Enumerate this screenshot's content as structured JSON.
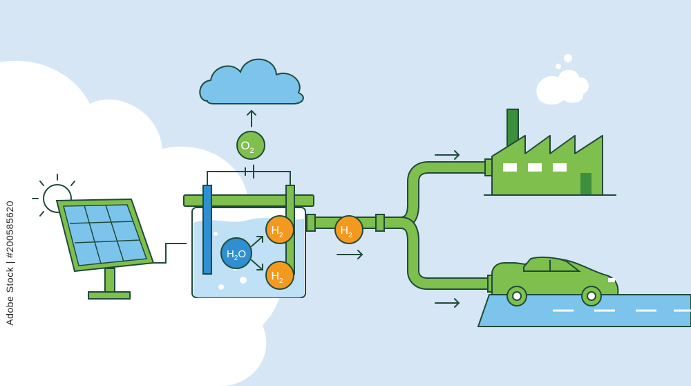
{
  "diagram": {
    "molecules": {
      "oxygen": {
        "symbol": "O",
        "sub": "2"
      },
      "water": {
        "symbol": "H",
        "sub": "2",
        "tail": "O"
      },
      "hydrogen": {
        "symbol": "H",
        "sub": "2"
      }
    },
    "colors": {
      "background": "#d6e6f5",
      "cloud_white": "#ffffff",
      "outline": "#1f4a3a",
      "green": "#7fbf4d",
      "dark_green": "#3c8f3c",
      "orange": "#f39a1e",
      "blue": "#2f8fd0",
      "sky_blue": "#7cc4ec",
      "water": "#bfe0f5"
    }
  },
  "watermark": {
    "stock_id": "Adobe Stock | #200585620"
  }
}
